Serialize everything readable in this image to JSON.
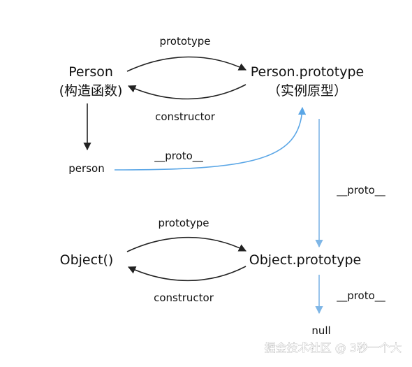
{
  "nodes": {
    "person_ctor_line1": "Person",
    "person_ctor_line2": "(构造函数)",
    "person_proto_line1": "Person.prototype",
    "person_proto_line2": "（实例原型）",
    "person_instance": "person",
    "object_ctor": "Object()",
    "object_proto": "Object.prototype",
    "null": "null"
  },
  "edges": {
    "person_prototype": "prototype",
    "person_constructor": "constructor",
    "instance_proto": "__proto__",
    "person_proto_proto": "__proto__",
    "object_prototype": "prototype",
    "object_constructor": "constructor",
    "object_proto_proto": "__proto__"
  },
  "watermark": "掘金技术社区 @ 3秒一个大",
  "colors": {
    "dark_arrow": "#222222",
    "blue_arrow": "#5aa6e6",
    "blue_arrow_light": "#7fb6e6",
    "text": "#111111"
  }
}
